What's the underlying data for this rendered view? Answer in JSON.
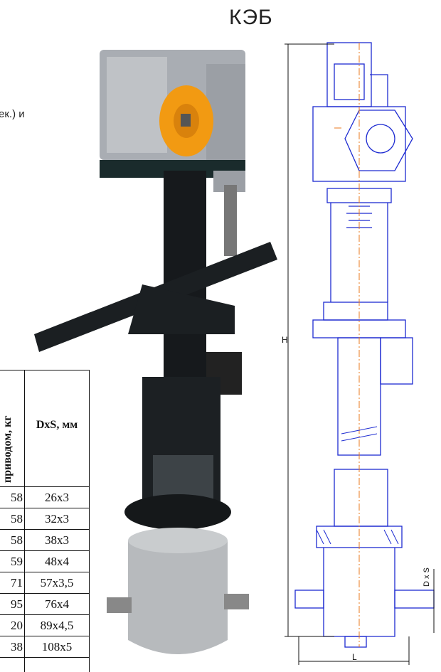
{
  "header": {
    "title": "КЭБ"
  },
  "text_fragment": "ек.) и",
  "table": {
    "col1_header": "приводом, кг",
    "col2_header": "DxS, мм",
    "rows": [
      {
        "mass": "58",
        "dxs": "26x3"
      },
      {
        "mass": "58",
        "dxs": "32x3"
      },
      {
        "mass": "58",
        "dxs": "38x3"
      },
      {
        "mass": "59",
        "dxs": "48x4"
      },
      {
        "mass": "71",
        "dxs": "57x3,5"
      },
      {
        "mass": "95",
        "dxs": "76x4"
      },
      {
        "mass": "20",
        "dxs": "89x4,5"
      },
      {
        "mass": "38",
        "dxs": "108x5"
      }
    ]
  },
  "drawing": {
    "label_height": "H",
    "label_length": "L",
    "label_dxs": "D x S"
  },
  "colors": {
    "drawing_blue": "#1d2bd1",
    "drawing_orange": "#e8781c",
    "actuator_grey": "#a9adb3",
    "handwheel_orange": "#f29a12"
  }
}
